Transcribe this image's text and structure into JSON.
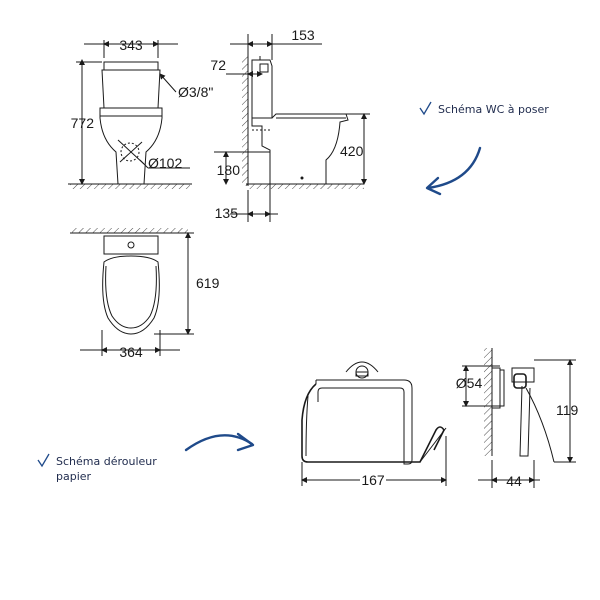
{
  "wc": {
    "caption": "Schéma WC à poser",
    "front": {
      "width": "343",
      "height": "772",
      "inlet": "Ø3/8\"",
      "outlet": "Ø102"
    },
    "side": {
      "depth": "153",
      "top_offset": "72",
      "seat_height": "420",
      "outlet_height": "180",
      "wall_offset": "135"
    },
    "top": {
      "width": "364",
      "length": "619"
    }
  },
  "holder": {
    "caption_line1": "Schéma dérouleur",
    "caption_line2": "papier",
    "front": {
      "width": "167"
    },
    "side": {
      "rosette": "Ø54",
      "height": "119",
      "depth": "44"
    }
  },
  "icons": [
    "check-icon",
    "curved-arrow-icon"
  ],
  "colors": {
    "accent": "#1f4a8a",
    "ink": "#1a1a1a"
  }
}
